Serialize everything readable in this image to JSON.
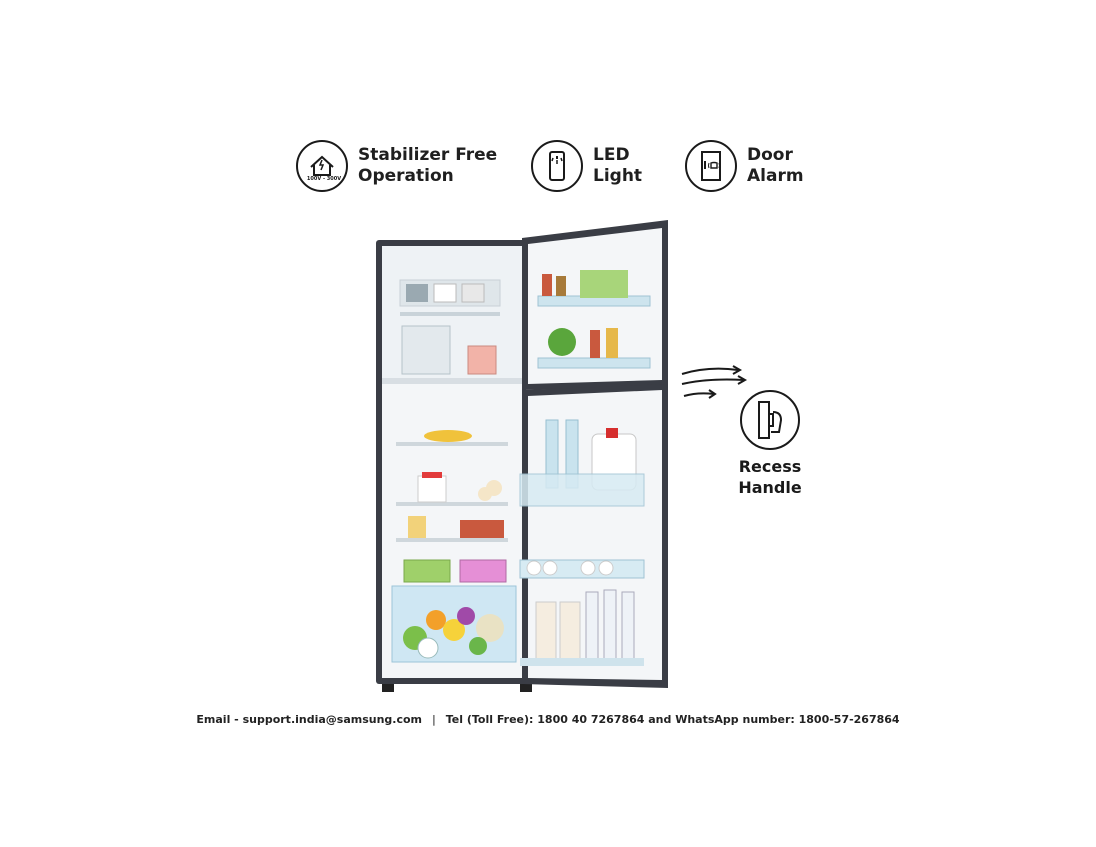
{
  "features": [
    {
      "label": "Stabilizer Free\nOperation",
      "icon": "house-voltage-icon",
      "voltage": "100V - 300V"
    },
    {
      "label": "LED\nLight",
      "icon": "led-light-icon"
    },
    {
      "label": "Door\nAlarm",
      "icon": "door-alarm-icon"
    }
  ],
  "recess": {
    "label": "Recess\nHandle",
    "icon": "recess-handle-icon"
  },
  "footer": {
    "email": "Email - support.india@samsung.com",
    "separator": "|",
    "tel": "Tel (Toll Free): 1800 40 7267864 and WhatsApp number: 1800-57-267864"
  },
  "colors": {
    "fridge_body": "#3a3d45",
    "interior": "#f4f6f8",
    "accent_green": "#7bbf4a"
  }
}
